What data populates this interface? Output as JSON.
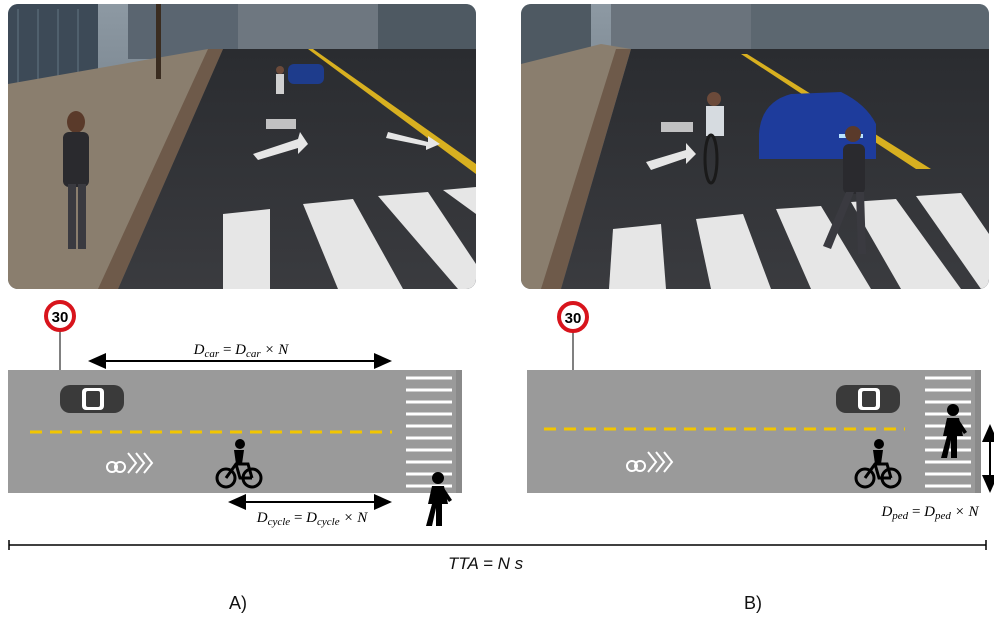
{
  "speed_sign_value": "30",
  "panel_a": {
    "label": "A)",
    "car_distance": {
      "lhs": "D",
      "lhs_sub": "car",
      "rhs": "D",
      "rhs_sub": "car",
      "tail": " × N"
    },
    "cycle_distance": {
      "lhs": "D",
      "lhs_sub": "cycle",
      "rhs": "D",
      "rhs_sub": "cycle",
      "tail": " × N"
    }
  },
  "panel_b": {
    "label": "B)",
    "ped_distance": {
      "lhs": "D",
      "lhs_sub": "ped",
      "rhs": "D",
      "rhs_sub": "ped",
      "tail": " × N"
    }
  },
  "tta": "TTA = N s",
  "colors": {
    "road": "#9a9a9a",
    "center_line": "#f2c500",
    "sign_ring": "#d8141c",
    "crosswalk": "#ffffff",
    "icons": "#000000"
  }
}
